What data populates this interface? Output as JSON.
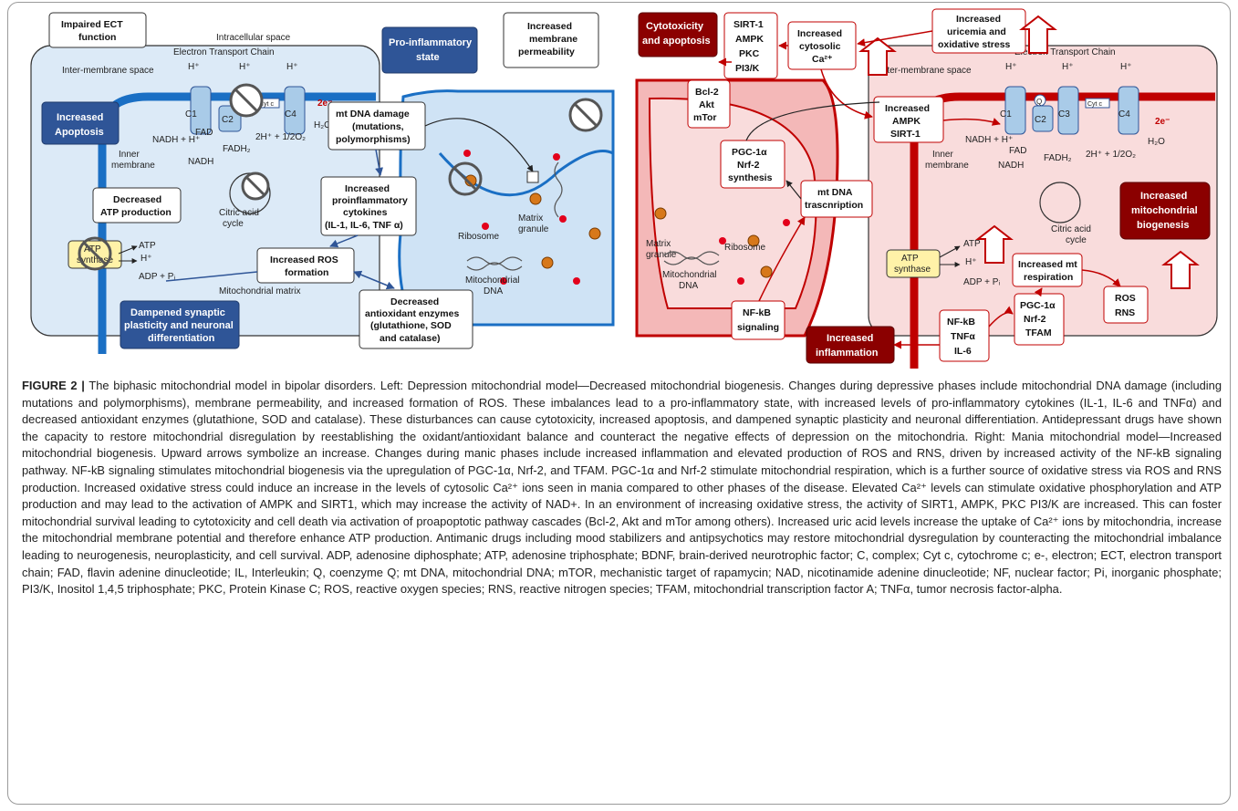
{
  "figure": {
    "left_panel": {
      "intracellular": "Intracellular space",
      "etc": "Electron Transport Chain",
      "intermembrane": "Inter-membrane space",
      "impaired_1": "Impaired ECT",
      "impaired_2": "function",
      "pro_inflam_1": "Pro-inflammatory",
      "pro_inflam_2": "state",
      "membrane_perm_1": "Increased",
      "membrane_perm_2": "membrane",
      "membrane_perm_3": "permeability",
      "apoptosis_1": "Increased",
      "apoptosis_2": "Apoptosis",
      "mtdna_damage_1": "mt DNA damage",
      "mtdna_damage_2": "(mutations,",
      "mtdna_damage_3": "polymorphisms)",
      "atp_dec_1": "Decreased",
      "atp_dec_2": "ATP production",
      "cytokines_1": "Increased",
      "cytokines_2": "proinflammatory",
      "cytokines_3": "cytokines",
      "cytokines_4": "(IL-1, IL-6, TNF α)",
      "ros_1": "Increased ROS",
      "ros_2": "formation",
      "antiox_1": "Decreased",
      "antiox_2": "antioxidant enzymes",
      "antiox_3": "(glutathione, SOD",
      "antiox_4": "and catalase)",
      "synaptic_1": "Dampened synaptic",
      "synaptic_2": "plasticity and neuronal",
      "synaptic_3": "differentiation",
      "matrix": "Mitochondrial matrix",
      "inner_1": "Inner",
      "inner_2": "membrane",
      "nadh_h": "NADH + H⁺",
      "fad": "FAD",
      "fadh2": "FADH₂",
      "nadh": "NADH",
      "citric_1": "Citric acid",
      "citric_2": "cycle",
      "atp": "ATP",
      "hplus": "H⁺",
      "adp": "ADP + Pᵢ",
      "h2o_eq": "2H⁺ + 1/2O₂",
      "h2o": "H₂O",
      "e2": "2e⁻",
      "cytc": "Cyt c",
      "c1": "C1",
      "c2": "C2",
      "c4": "C4",
      "ribosome": "Ribosome",
      "matrix_granule_1": "Matrix",
      "matrix_granule_2": "granule",
      "mito_dna_1": "Mitochondrial",
      "mito_dna_2": "DNA",
      "atp_synth_1": "ATP",
      "atp_synth_2": "synthase"
    },
    "right_panel": {
      "cytotox_1": "Cytotoxicity",
      "cytotox_2": "and apoptosis",
      "sirt_1": "SIRT-1",
      "sirt_2": "AMPK",
      "sirt_3": "PKC",
      "sirt_4": "PI3/K",
      "cytosolic_1": "Increased",
      "cytosolic_2": "cytosolic",
      "cytosolic_3": "Ca²⁺",
      "uric_1": "Increased",
      "uric_2": "uricemia and",
      "uric_3": "oxidative stress",
      "etc": "Electron Transport Chain",
      "intermembrane": "Inter-membrane space",
      "bcl_1": "Bcl-2",
      "bcl_2": "Akt",
      "bcl_3": "mTor",
      "ampk_1": "Increased",
      "ampk_2": "AMPK",
      "ampk_3": "SIRT-1",
      "pgc_1": "PGC-1α",
      "pgc_2": "Nrf-2",
      "pgc_3": "synthesis",
      "mt_trans_1": "mt DNA",
      "mt_trans_2": "trascnription",
      "biogenesis_1": "Increased",
      "biogenesis_2": "mitochondrial",
      "biogenesis_3": "biogenesis",
      "resp_1": "Increased mt",
      "resp_2": "respiration",
      "pgc_tfam_1": "PGC-1α",
      "pgc_tfam_2": "Nrf-2",
      "pgc_tfam_3": "TFAM",
      "ros_1": "ROS",
      "ros_2": "RNS",
      "nfkb_1": "NF-kB",
      "nfkb_2": "signaling",
      "inflam_1": "Increased",
      "inflam_2": "inflammation",
      "nfkb_tnf_1": "NF-kB",
      "nfkb_tnf_2": "TNFα",
      "nfkb_tnf_3": "IL-6",
      "inner_1": "Inner",
      "inner_2": "membrane",
      "nadh_h": "NADH + H⁺",
      "fad": "FAD",
      "fadh2": "FADH₂",
      "nadh": "NADH",
      "citric_1": "Citric acid",
      "citric_2": "cycle",
      "atp": "ATP",
      "hplus": "H⁺",
      "adp": "ADP + Pᵢ",
      "h2o_eq": "2H⁺ + 1/2O₂",
      "h2o": "H₂O",
      "e2": "2e⁻",
      "cytc": "Cyt c",
      "q": "Q",
      "c1": "C1",
      "c2": "C2",
      "c3": "C3",
      "c4": "C4",
      "ribosome": "Ribosome",
      "matrix_granule_1": "Matrix",
      "matrix_granule_2": "granule",
      "mito_dna_1": "Mitochondrial",
      "mito_dna_2": "DNA",
      "atp_synth_1": "ATP",
      "atp_synth_2": "synthase"
    }
  },
  "caption": {
    "label": "FIGURE 2 |",
    "text": "The biphasic mitochondrial model in bipolar disorders. Left: Depression mitochondrial model—Decreased mitochondrial biogenesis. Changes during depressive phases include mitochondrial DNA damage (including mutations and polymorphisms), membrane permeability, and increased formation of ROS. These imbalances lead to a pro-inflammatory state, with increased levels of pro-inflammatory cytokines (IL-1, IL-6 and TNFα) and decreased antioxidant enzymes (glutathione, SOD and catalase). These disturbances can cause cytotoxicity, increased apoptosis, and dampened synaptic plasticity and neuronal differentiation. Antidepressant drugs have shown the capacity to restore mitochondrial disregulation by reestablishing the oxidant/antioxidant balance and counteract the negative effects of depression on the mitochondria. Right: Mania mitochondrial model—Increased mitochondrial biogenesis. Upward arrows symbolize an increase. Changes during manic phases include increased inflammation and elevated production of ROS and RNS, driven by increased activity of the NF-kB signaling pathway. NF-kB signaling stimulates mitochondrial biogenesis via the upregulation of PGC-1α, Nrf-2, and TFAM. PGC-1α and Nrf-2 stimulate mitochondrial respiration, which is a further source of oxidative stress via ROS and RNS production. Increased oxidative stress could induce an increase in the levels of cytosolic Ca²⁺ ions seen in mania compared to other phases of the disease. Elevated Ca²⁺ levels can stimulate oxidative phosphorylation and ATP production and may lead to the activation of AMPK and SIRT1, which may increase the activity of NAD+. In an environment of increasing oxidative stress, the activity of SIRT1, AMPK, PKC PI3/K are increased. This can foster mitochondrial survival leading to cytotoxicity and cell death via activation of proapoptotic pathway cascades (Bcl-2, Akt and mTor among others). Increased uric acid levels increase the uptake of Ca²⁺ ions by mitochondria, increase the mitochondrial membrane potential and therefore enhance ATP production. Antimanic drugs including mood stabilizers and antipsychotics may restore mitochondrial dysregulation by counteracting the mitochondrial imbalance leading to neurogenesis, neuroplasticity, and cell survival. ADP, adenosine diphosphate; ATP, adenosine triphosphate; BDNF, brain-derived neurotrophic factor; C, complex; Cyt c, cytochrome c; e-, electron; ECT, electron transport chain; FAD, flavin adenine dinucleotide; IL, Interleukin; Q, coenzyme Q; mt DNA, mitochondrial DNA; mTOR, mechanistic target of rapamycin; NAD, nicotinamide adenine dinucleotide; NF, nuclear factor; Pi, inorganic phosphate; PI3/K, Inositol 1,4,5 triphosphate; PKC, Protein Kinase C; ROS, reactive oxygen species; RNS, reactive nitrogen species; TFAM, mitochondrial transcription factor A; TNFα, tumor necrosis factor-alpha."
  },
  "colors": {
    "left_bg": "#dceaf7",
    "left_membrane": "#1a6fc4",
    "left_dark": "#2f5597",
    "right_bg": "#f9dcdc",
    "right_membrane": "#c00000",
    "right_dark": "#8b0000",
    "complex_blue": "#a9cbe8",
    "atp_yellow": "#fff2a8"
  }
}
